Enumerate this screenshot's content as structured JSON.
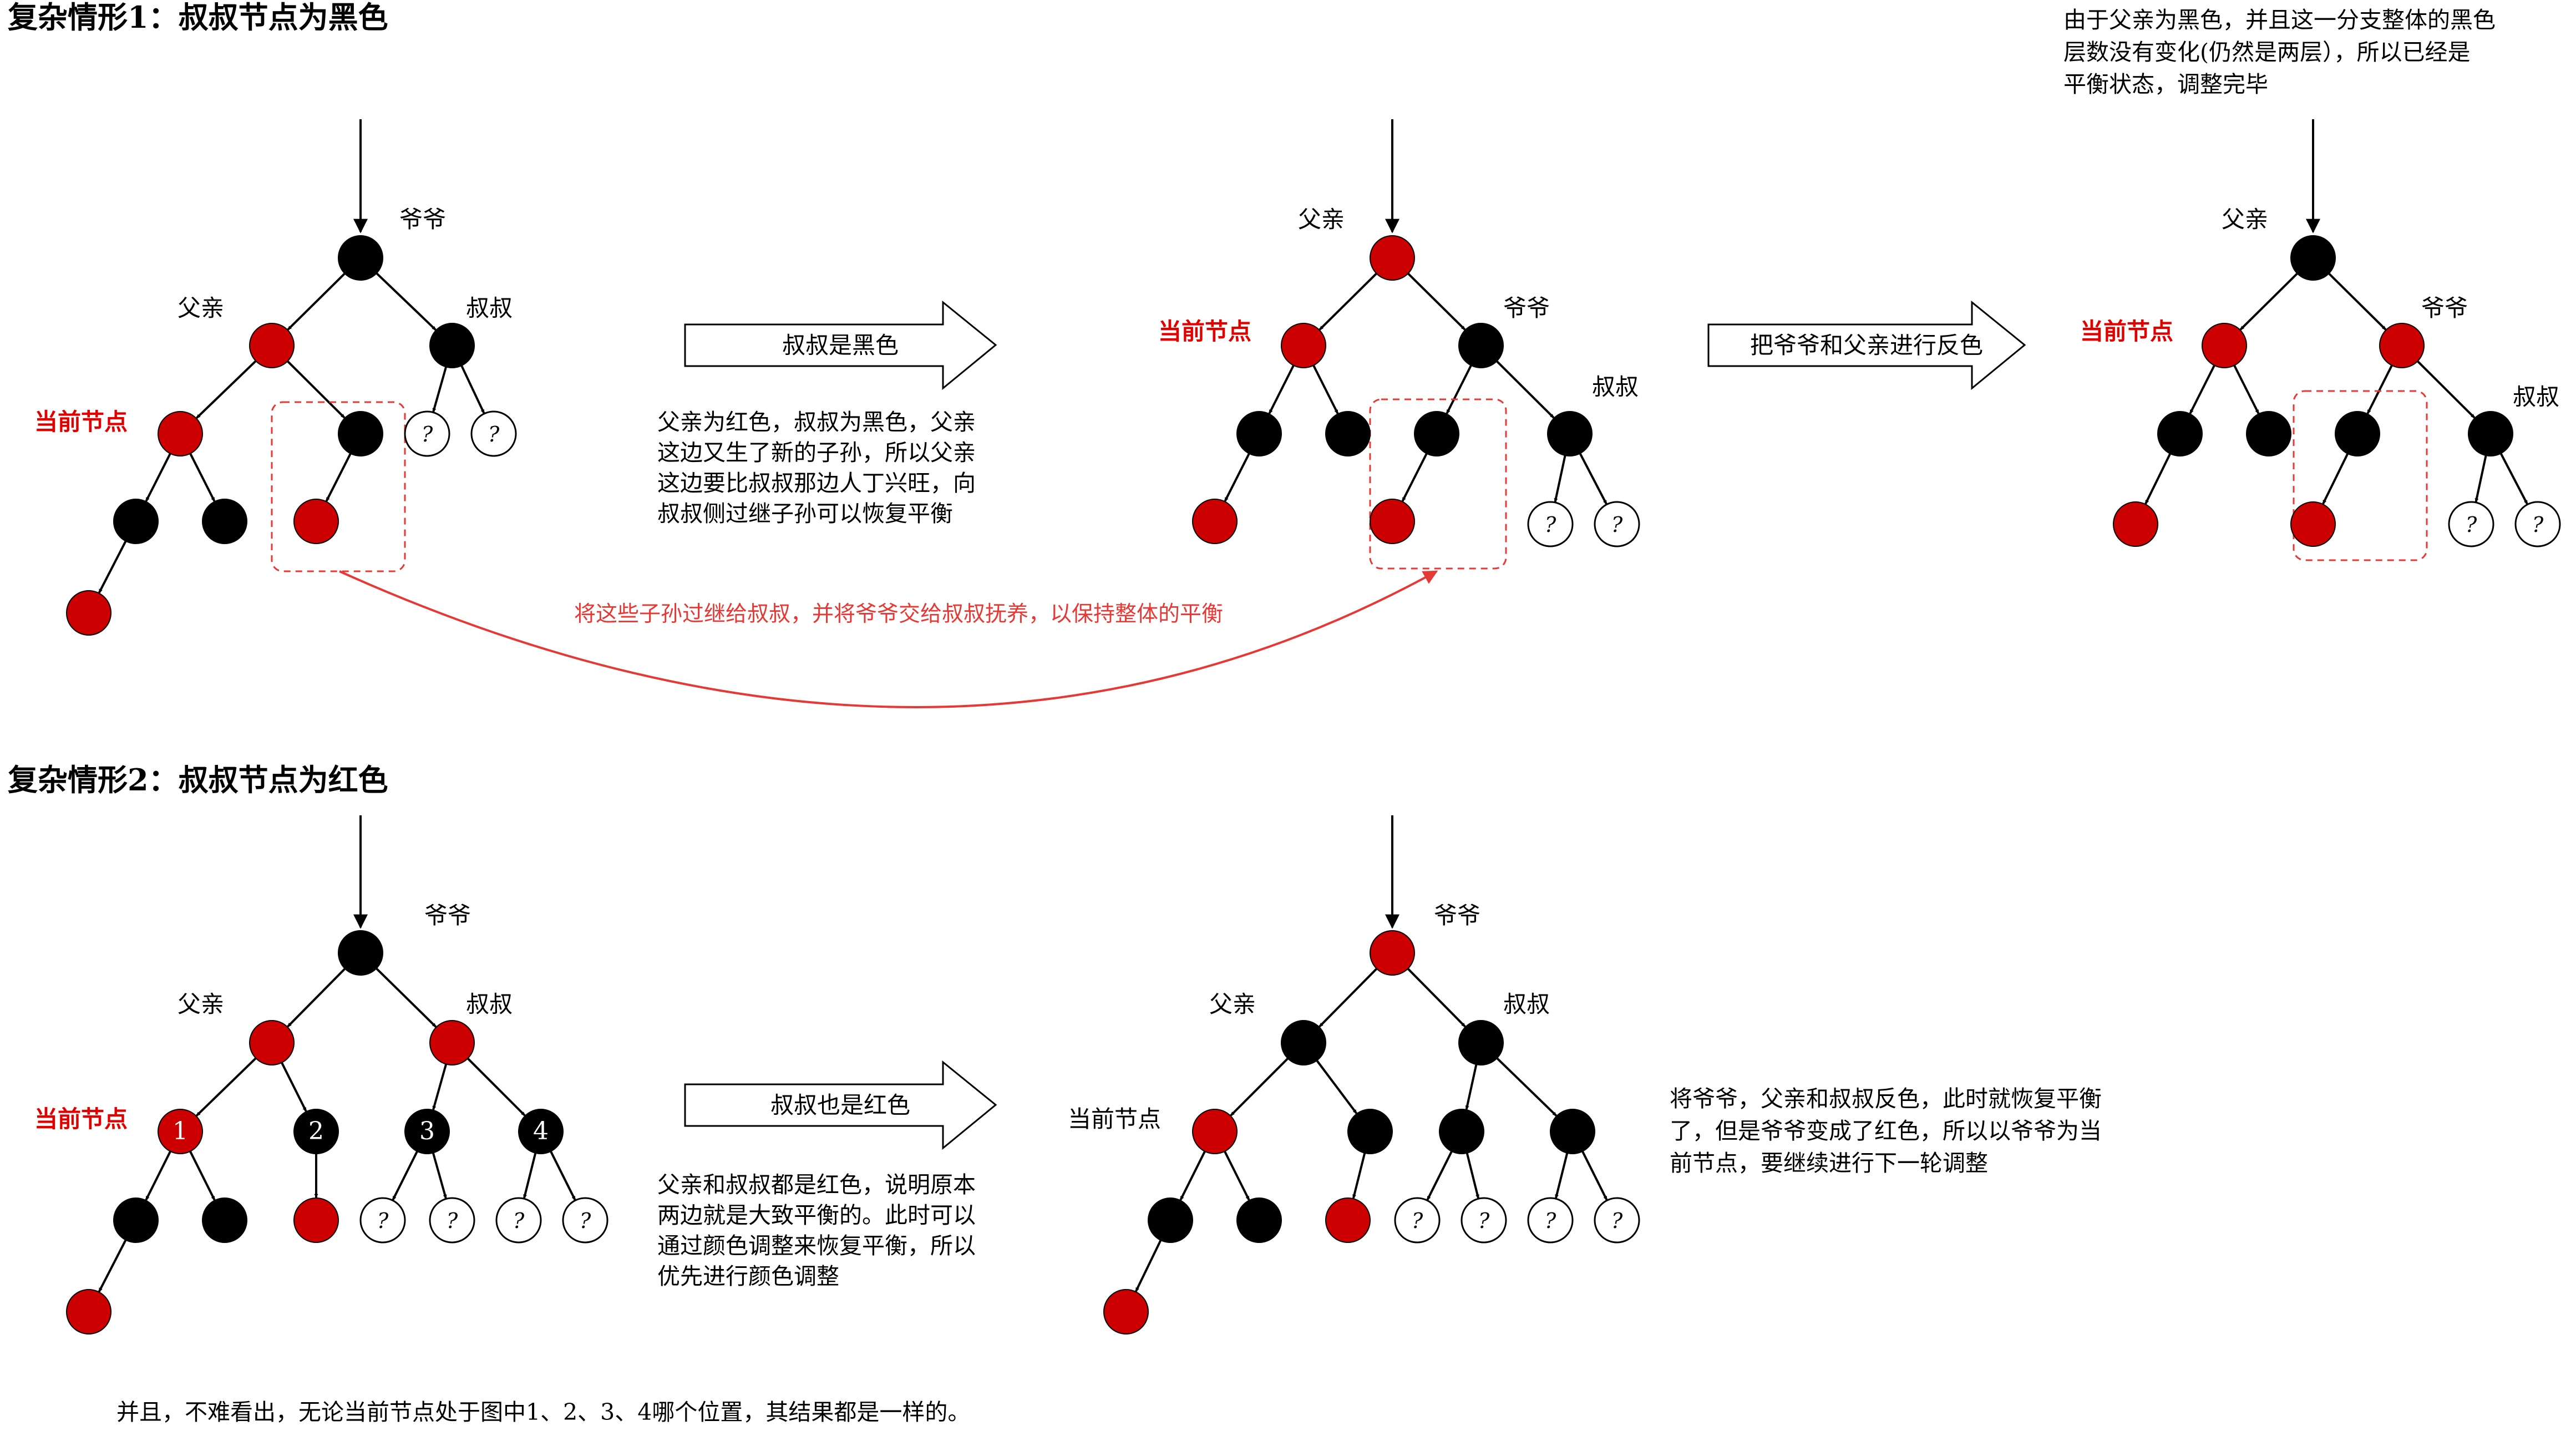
{
  "colors": {
    "red_node": "#cc0000",
    "black_node": "#000000",
    "edge": "#000000",
    "highlight": "#e53935"
  },
  "section1": {
    "title": "复杂情形1：叔叔节点为黑色",
    "d1": {
      "grand": "爷爷",
      "parent": "父亲",
      "uncle": "叔叔",
      "current": "当前节点"
    },
    "arrow1_label": "叔叔是黑色",
    "explain1": [
      "父亲为红色，叔叔为黑色，父亲",
      "这边又生了新的子孙，所以父亲",
      "这边要比叔叔那边人丁兴旺，向",
      "叔叔侧过继子孙可以恢复平衡"
    ],
    "transfer_note": "将这些子孙过继给叔叔，并将爷爷交给叔叔抚养，以保持整体的平衡",
    "d2": {
      "top": "父亲",
      "right": "爷爷",
      "uncle": "叔叔",
      "current": "当前节点"
    },
    "arrow2_label": "把爷爷和父亲进行反色",
    "d3": {
      "top": "父亲",
      "right": "爷爷",
      "uncle": "叔叔",
      "current": "当前节点"
    },
    "top_note": [
      "由于父亲为黑色，并且这一分支整体的黑色",
      "层数没有变化(仍然是两层），所以已经是",
      "平衡状态，调整完毕"
    ]
  },
  "section2": {
    "title": "复杂情形2：叔叔节点为红色",
    "d1": {
      "grand": "爷爷",
      "parent": "父亲",
      "uncle": "叔叔",
      "current": "当前节点",
      "positions": [
        "1",
        "2",
        "3",
        "4"
      ]
    },
    "arrow_label": "叔叔也是红色",
    "explain": [
      "父亲和叔叔都是红色，说明原本",
      "两边就是大致平衡的。此时可以",
      "通过颜色调整来恢复平衡，所以",
      "优先进行颜色调整"
    ],
    "d2": {
      "grand": "爷爷",
      "parent": "父亲",
      "uncle": "叔叔",
      "current": "当前节点"
    },
    "right_note": [
      "将爷爷，父亲和叔叔反色，此时就恢复平衡",
      "了，但是爷爷变成了红色，所以以爷爷为当",
      "前节点，要继续进行下一轮调整"
    ],
    "footer": "并且，不难看出，无论当前节点处于图中1、2、3、4哪个位置，其结果都是一样的。"
  },
  "question_mark": "?"
}
